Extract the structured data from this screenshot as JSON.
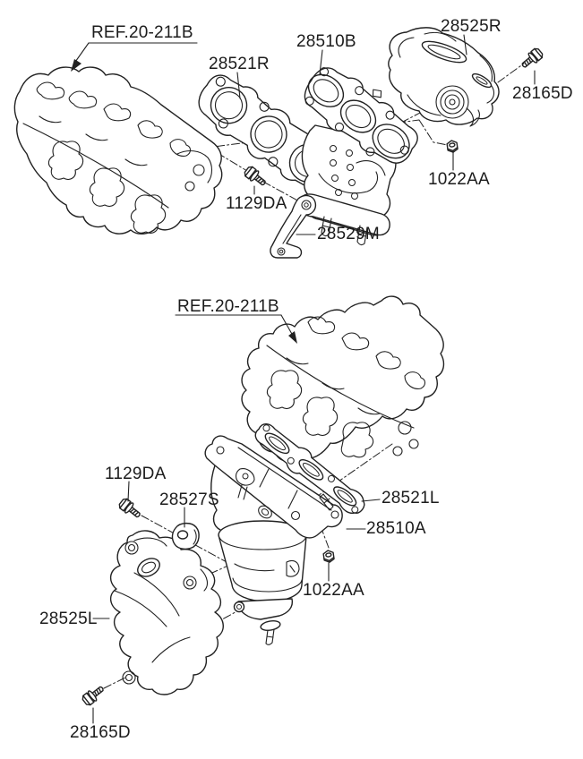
{
  "diagram_type": "parts-exploded-view",
  "subject": "exhaust-manifold-assembly-both-banks",
  "colors": {
    "background": "#ffffff",
    "line": "#222222",
    "text": "#1c1c1c"
  },
  "callouts": {
    "ref_top": "REF.20-211B",
    "gasket_right": "28521R",
    "manifold_right": "28510B",
    "shield_right": "28525R",
    "bolt_top": "28165D",
    "nut_top": "1022AA",
    "flange_bolt_top": "1129DA",
    "stay": "28529M",
    "ref_bottom": "REF.20-211B",
    "flange_bolt_bottom": "1129DA",
    "ring": "28527S",
    "gasket_left": "28521L",
    "manifold_left": "28510A",
    "nut_bottom": "1022AA",
    "shield_left": "28525L",
    "bolt_bottom": "28165D"
  }
}
